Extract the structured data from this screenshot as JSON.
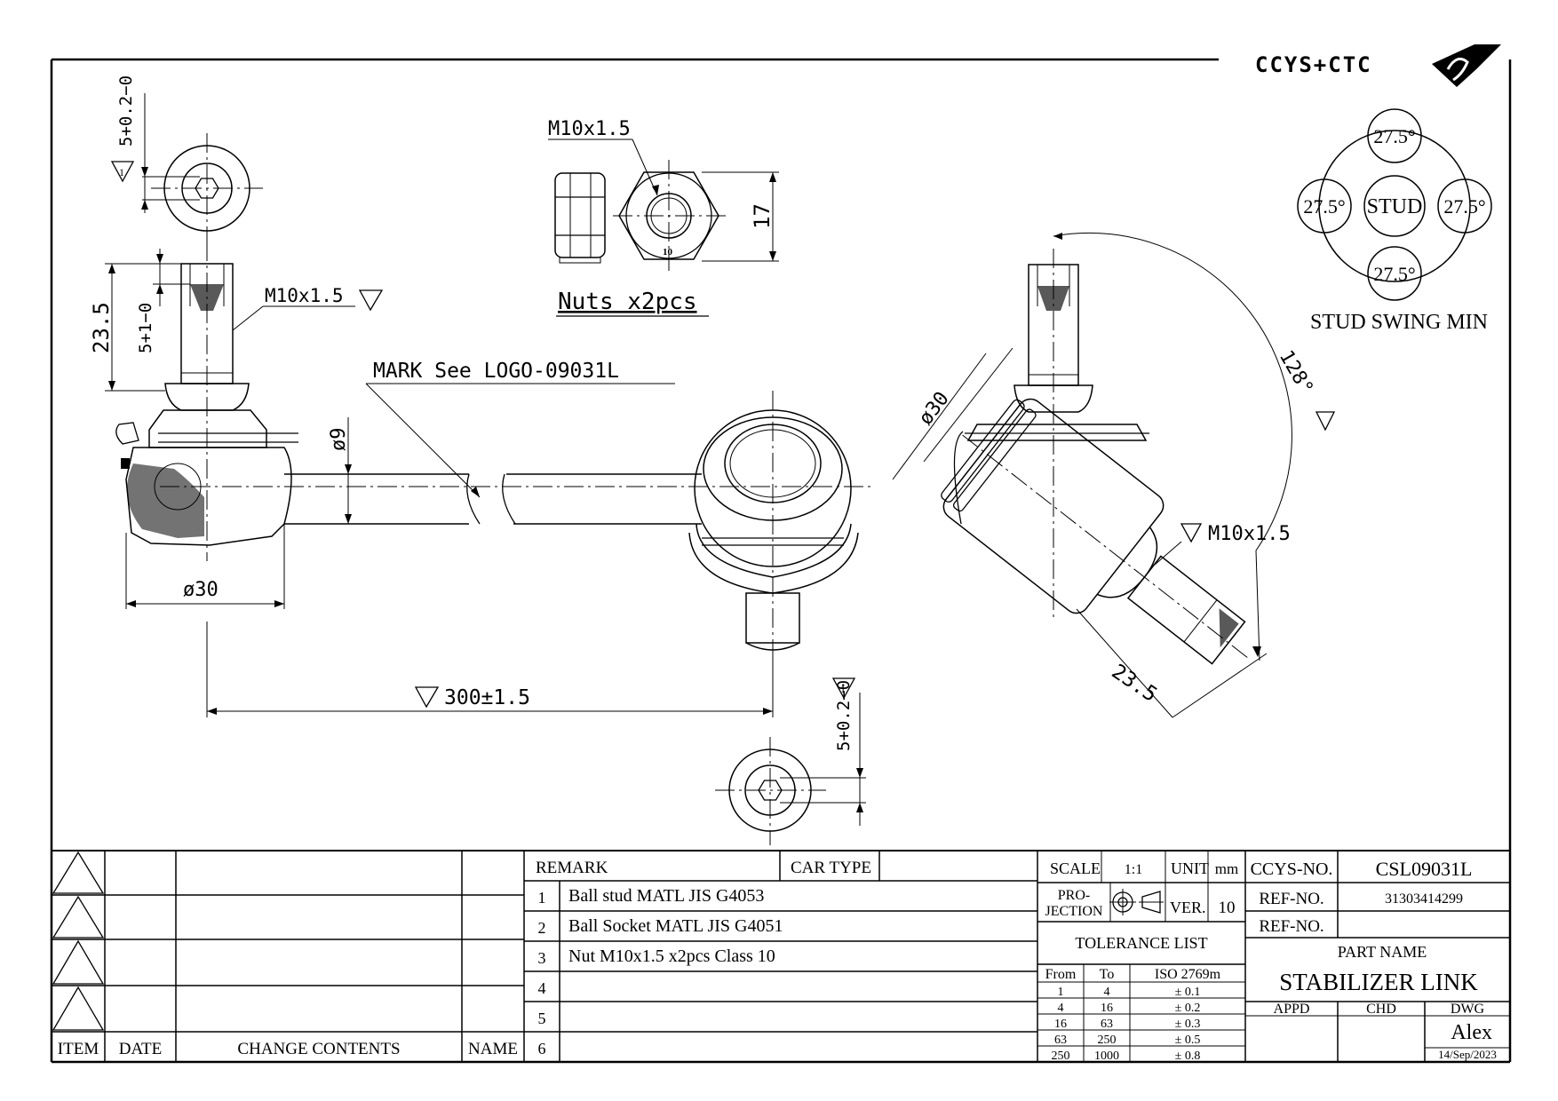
{
  "brand": {
    "logo_text": "CCYS+CTC"
  },
  "dims": {
    "top_end_tol": "5+0.2−0",
    "stud_thread": "M10x1.5",
    "stud_len": "23.5",
    "stud_tol": "5+1−0",
    "mark_note": "MARK See LOGO-09031L",
    "bar_dia": "ø9",
    "socket_dia": "ø30",
    "ctc_len": "300±1.5",
    "bottom_end_tol": "5+0.2−0",
    "nut_thread": "M10x1.5",
    "nut_size": "17",
    "nut_class_mark": "10",
    "nuts_label": "Nuts x2pcs",
    "iso_dia": "ø30",
    "iso_angle": "128°",
    "iso_thread": "M10x1.5",
    "iso_len": "23.5"
  },
  "swing": {
    "top": "27.5°",
    "left": "27.5°",
    "center": "STUD",
    "right": "27.5°",
    "bottom": "27.5°",
    "caption": "STUD SWING MIN"
  },
  "revisions": {
    "headers": {
      "item": "ITEM",
      "date": "DATE",
      "contents": "CHANGE CONTENTS",
      "name": "NAME"
    }
  },
  "remarks": {
    "header": "REMARK",
    "car_type_label": "CAR TYPE",
    "car_type_value": "",
    "rows": [
      {
        "no": "1",
        "text": "Ball stud MATL JIS G4053"
      },
      {
        "no": "2",
        "text": "Ball Socket MATL JIS G4051"
      },
      {
        "no": "3",
        "text": "Nut M10x1.5 x2pcs Class 10"
      },
      {
        "no": "4",
        "text": ""
      },
      {
        "no": "5",
        "text": ""
      },
      {
        "no": "6",
        "text": ""
      }
    ]
  },
  "spec": {
    "scale_label": "SCALE",
    "scale_value": "1:1",
    "unit_label": "UNIT",
    "unit_value": "mm",
    "projection_label_1": "PRO-",
    "projection_label_2": "JECTION",
    "ver_label": "VER.",
    "ver_value": "10",
    "tolerance_title": "TOLERANCE LIST",
    "tol_headers": {
      "from": "From",
      "to": "To",
      "iso": "ISO 2769m"
    },
    "tol_rows": [
      {
        "from": "1",
        "to": "4",
        "tol": "± 0.1"
      },
      {
        "from": "4",
        "to": "16",
        "tol": "± 0.2"
      },
      {
        "from": "16",
        "to": "63",
        "tol": "± 0.3"
      },
      {
        "from": "63",
        "to": "250",
        "tol": "± 0.5"
      },
      {
        "from": "250",
        "to": "1000",
        "tol": "± 0.8"
      }
    ]
  },
  "title_block": {
    "ccys_no_label": "CCYS-NO.",
    "ccys_no_value": "CSL09031L",
    "ref_no_label": "REF-NO.",
    "ref_no_value": "31303414299",
    "ref_no2_label": "REF-NO.",
    "ref_no2_value": "",
    "part_name_label": "PART NAME",
    "part_name": "STABILIZER LINK",
    "appd_label": "APPD",
    "chd_label": "CHD",
    "dwg_label": "DWG",
    "dwg_name": "Alex",
    "dwg_date": "14/Sep/2023"
  }
}
